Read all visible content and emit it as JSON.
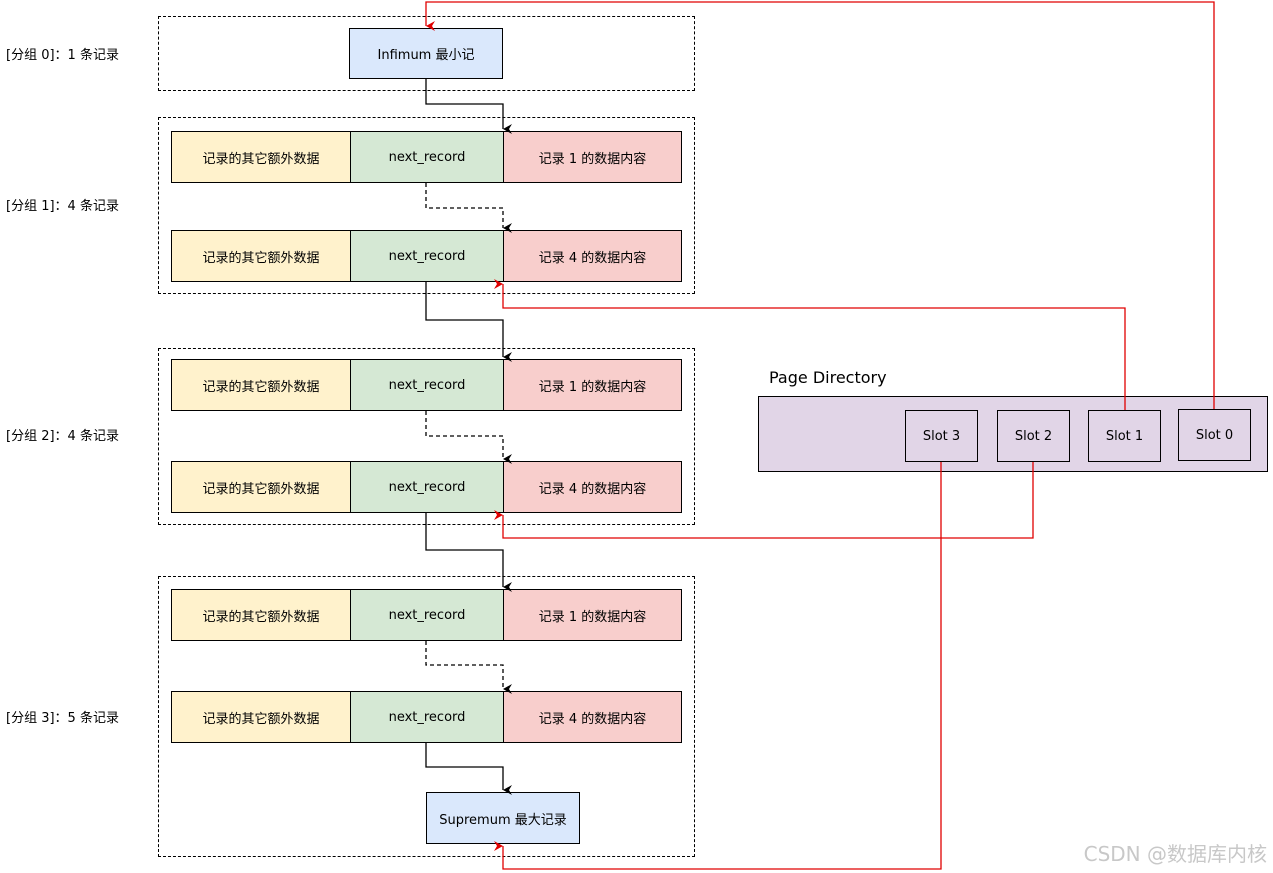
{
  "colors": {
    "extra_fill": "#fff2cc",
    "next_fill": "#d5e8d4",
    "data_fill": "#f8cecc",
    "boundary_fill": "#dae8fc",
    "directory_fill": "#e1d5e7",
    "pointer_red": "#e00000"
  },
  "groups": [
    {
      "label": "[分组 0]：1 条记录"
    },
    {
      "label": "[分组 1]：4 条记录"
    },
    {
      "label": "[分组 2]：4 条记录"
    },
    {
      "label": "[分组 3]：5 条记录"
    }
  ],
  "infimum": "Infimum 最小记",
  "supremum": "Supremum 最大记录",
  "records": [
    {
      "extra": "记录的其它额外数据",
      "next": "next_record",
      "data": "记录 1 的数据内容"
    },
    {
      "extra": "记录的其它额外数据",
      "next": "next_record",
      "data": "记录 4 的数据内容"
    },
    {
      "extra": "记录的其它额外数据",
      "next": "next_record",
      "data": "记录 1 的数据内容"
    },
    {
      "extra": "记录的其它额外数据",
      "next": "next_record",
      "data": "记录 4 的数据内容"
    },
    {
      "extra": "记录的其它额外数据",
      "next": "next_record",
      "data": "记录 1 的数据内容"
    },
    {
      "extra": "记录的其它额外数据",
      "next": "next_record",
      "data": "记录 4 的数据内容"
    }
  ],
  "page_directory": {
    "title": "Page Directory",
    "slots": [
      "Slot 3",
      "Slot 2",
      "Slot 1",
      "Slot 0"
    ]
  },
  "watermark": "CSDN @数据库内核"
}
